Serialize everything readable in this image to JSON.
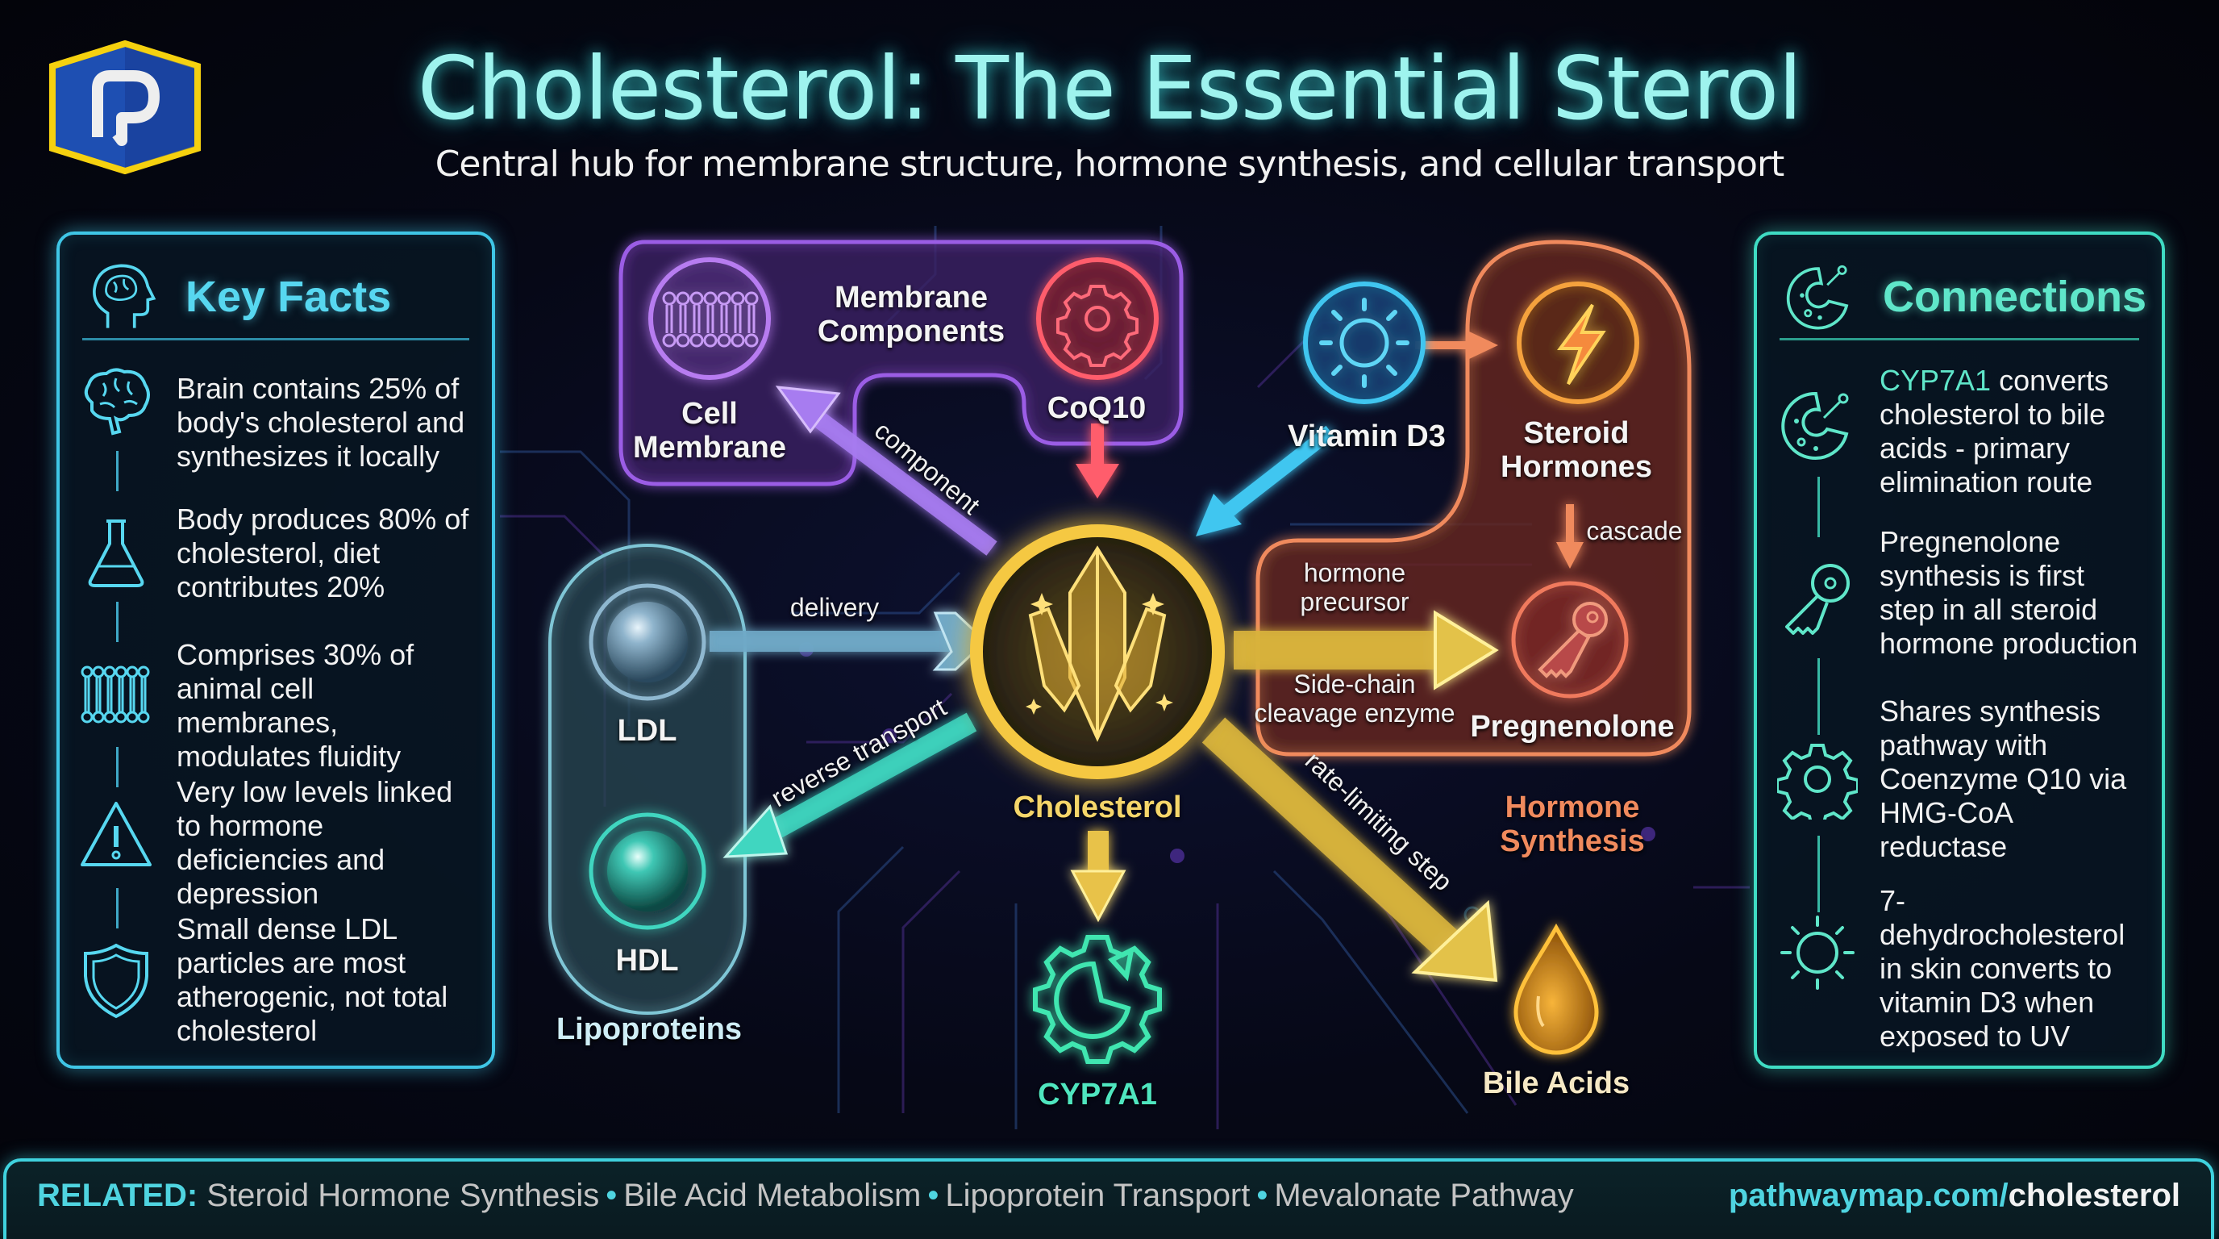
{
  "header": {
    "logo_letter": "P",
    "title": "Cholesterol: The Essential Sterol",
    "subtitle": "Central hub for membrane structure, hormone synthesis, and cellular transport"
  },
  "key_facts": {
    "title": "Key Facts",
    "header_icon": "head-brain-icon",
    "items": [
      {
        "icon": "brain-icon",
        "text": "Brain contains 25% of body's cholesterol and synthesizes it locally"
      },
      {
        "icon": "flask-icon",
        "text": "Body produces 80% of cholesterol, diet contributes 20%"
      },
      {
        "icon": "lipid-bilayer-icon",
        "text": "Comprises 30% of animal cell membranes, modulates fluidity"
      },
      {
        "icon": "warning-icon",
        "text": "Very low levels linked to hormone deficiencies and depression"
      },
      {
        "icon": "shield-icon",
        "text": "Small dense LDL particles are most atherogenic, not total cholesterol"
      }
    ]
  },
  "connections": {
    "title": "Connections",
    "header_icon": "enzyme-icon",
    "items": [
      {
        "icon": "enzyme-icon",
        "highlight": "CYP7A1",
        "text": " converts cholesterol to bile acids - primary elimination route"
      },
      {
        "icon": "key-icon",
        "highlight": "",
        "text": "Pregnenolone synthesis is first step in all steroid hormone production"
      },
      {
        "icon": "gear-icon",
        "highlight": "",
        "text": "Shares synthesis pathway with Coenzyme Q10 via HMG-CoA reductase"
      },
      {
        "icon": "sun-icon",
        "highlight": "",
        "text": "7-dehydrocholesterol in skin converts to vitamin D3 when exposed to UV"
      }
    ]
  },
  "diagram": {
    "center": {
      "label": "Cholesterol",
      "icon": "crystal-icon",
      "color": "#f5c842"
    },
    "groups": {
      "membrane": {
        "label": "Membrane Components",
        "color": "#9b5de5"
      },
      "hormone": {
        "label": "Hormone Synthesis",
        "color": "#f08a5d"
      },
      "lipoproteins": {
        "label": "Lipoproteins",
        "color": "#7fc6d6"
      }
    },
    "nodes": {
      "cell_membrane": {
        "label": "Cell Membrane",
        "icon": "lipid-bilayer-icon",
        "color": "#b77cf0"
      },
      "coq10": {
        "label": "CoQ10",
        "icon": "gear-icon",
        "color": "#ff5d6c"
      },
      "vitamin_d3": {
        "label": "Vitamin D3",
        "icon": "sun-icon",
        "color": "#3fc6f0"
      },
      "steroid_hormones": {
        "label": "Steroid Hormones",
        "icon": "lightning-icon",
        "color": "#f5a23c"
      },
      "pregnenolone": {
        "label": "Pregnenolone",
        "icon": "key-icon",
        "color": "#f07a5d"
      },
      "ldl": {
        "label": "LDL",
        "icon": "sphere-icon",
        "color": "#8fb8d0"
      },
      "hdl": {
        "label": "HDL",
        "icon": "sphere-icon",
        "color": "#3fd6c0"
      },
      "cyp7a1": {
        "label": "CYP7A1",
        "icon": "enzyme-icon",
        "color": "#3fe6b0"
      },
      "bile_acids": {
        "label": "Bile Acids",
        "icon": "droplet-icon",
        "color": "#f5a51f"
      }
    },
    "edges": {
      "component": "component",
      "delivery": "delivery",
      "reverse_transport": "reverse transport",
      "hormone_precursor": "hormone precursor",
      "side_chain": "Side-chain cleavage enzyme",
      "cascade": "cascade",
      "rate_limiting": "rate-limiting step"
    }
  },
  "footer": {
    "related_label": "RELATED:",
    "related": [
      "Steroid Hormone Synthesis",
      "Bile Acid Metabolism",
      "Lipoprotein Transport",
      "Mevalonate Pathway"
    ],
    "separator": "•",
    "url_domain": "pathwaymap.com/",
    "url_path": "cholesterol"
  }
}
